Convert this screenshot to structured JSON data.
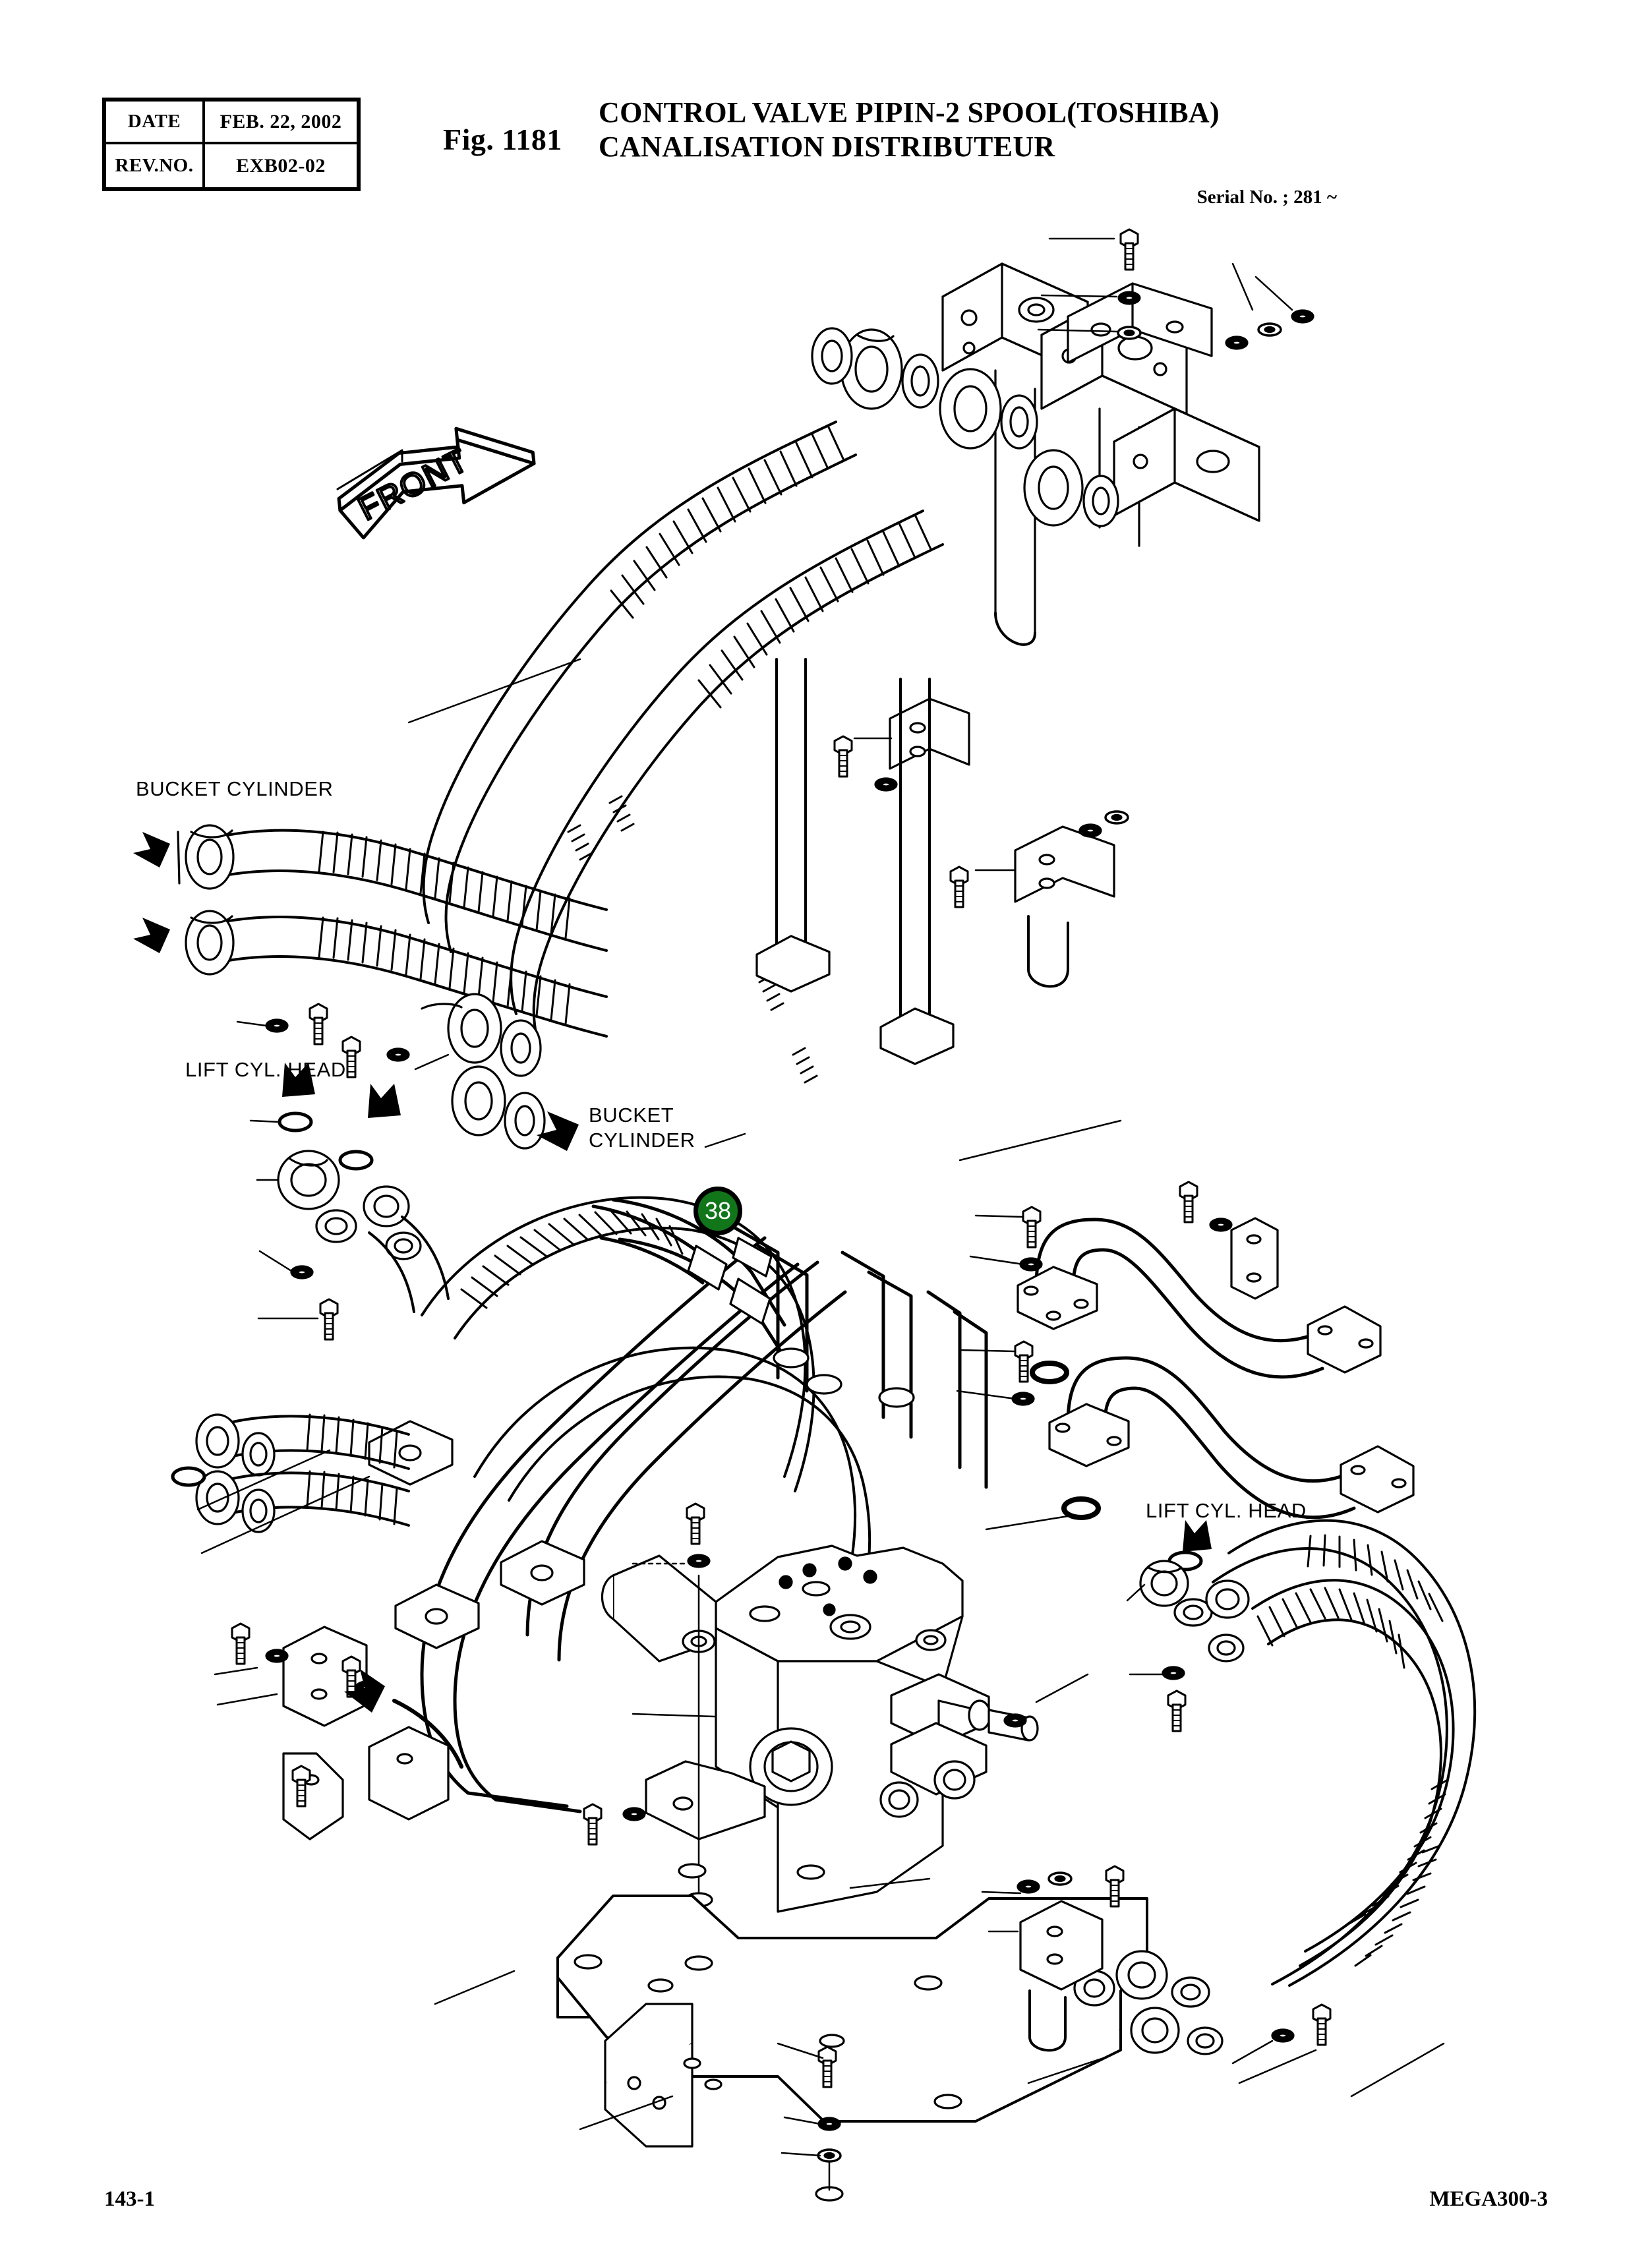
{
  "header": {
    "table": {
      "rows": [
        {
          "label": "DATE",
          "value": "FEB. 22, 2002"
        },
        {
          "label": "REV.NO.",
          "value": "EXB02-02"
        }
      ]
    },
    "figure_number": "Fig. 1181",
    "title_line_1": "CONTROL VALVE PIPIN-2 SPOOL(TOSHIBA)",
    "title_line_2": "CANALISATION DISTRIBUTEUR",
    "serial_note": "Serial No. ; 281 ~"
  },
  "footer": {
    "page_number": "143-1",
    "model_code": "MEGA300-3"
  },
  "diagram": {
    "orientation_arrow_label": "FRONT",
    "callouts": [
      {
        "id": "bucket-cylinder-left",
        "text": "BUCKET CYLINDER"
      },
      {
        "id": "lift-cyl-head-left",
        "text": "LIFT CYL. HEAD"
      },
      {
        "id": "bucket-cylinder-mid",
        "text": "BUCKET\nCYLINDER"
      },
      {
        "id": "lift-cyl-head-right",
        "text": "LIFT CYL. HEAD"
      }
    ],
    "part_markers": [
      {
        "number": "38",
        "fill_color": "#11761a",
        "text_color": "#ffffff",
        "border_color": "#000000"
      }
    ],
    "line_color": "#000000",
    "background_color": "#ffffff"
  }
}
